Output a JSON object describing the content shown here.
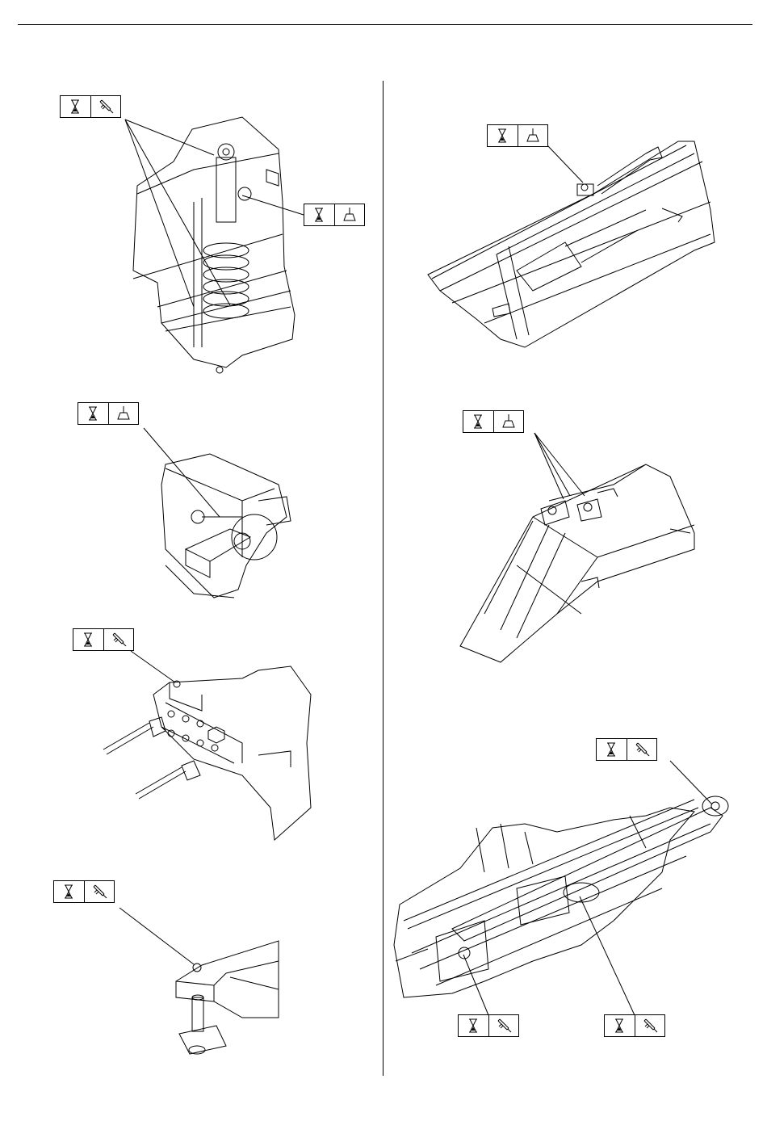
{
  "symbols": {
    "interval_icon": "hourglass-icon",
    "grease_icon": "grease-gun-icon",
    "oil_icon": "oil-can-icon"
  },
  "callouts": [
    {
      "id": "A",
      "symbols": [
        "hourglass-icon",
        "grease-gun-icon"
      ]
    },
    {
      "id": "B",
      "symbols": [
        "hourglass-icon",
        "oil-can-icon"
      ]
    },
    {
      "id": "C",
      "symbols": [
        "hourglass-icon",
        "oil-can-icon"
      ]
    },
    {
      "id": "D",
      "symbols": [
        "hourglass-icon",
        "grease-gun-icon"
      ]
    },
    {
      "id": "E",
      "symbols": [
        "hourglass-icon",
        "grease-gun-icon"
      ]
    },
    {
      "id": "F",
      "symbols": [
        "hourglass-icon",
        "oil-can-icon"
      ]
    },
    {
      "id": "G",
      "symbols": [
        "hourglass-icon",
        "oil-can-icon"
      ]
    },
    {
      "id": "H",
      "symbols": [
        "hourglass-icon",
        "grease-gun-icon"
      ]
    },
    {
      "id": "I",
      "symbols": [
        "hourglass-icon",
        "grease-gun-icon"
      ]
    },
    {
      "id": "J",
      "symbols": [
        "hourglass-icon",
        "grease-gun-icon"
      ]
    }
  ]
}
